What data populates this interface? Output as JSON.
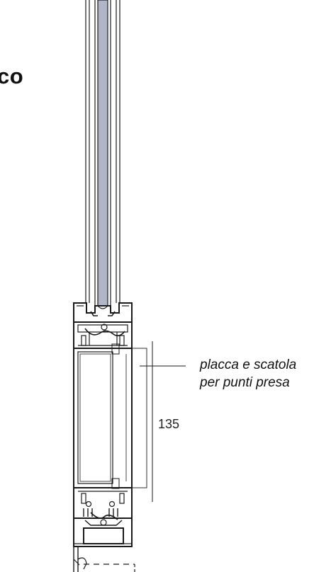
{
  "heading_fragment": "co",
  "callout": {
    "line1": "placca e scatola",
    "line2": "per punti presa"
  },
  "dimension_label": "135",
  "colors": {
    "glass": "#aeb6c8",
    "line": "#1a1a1a",
    "background": "#ffffff"
  }
}
